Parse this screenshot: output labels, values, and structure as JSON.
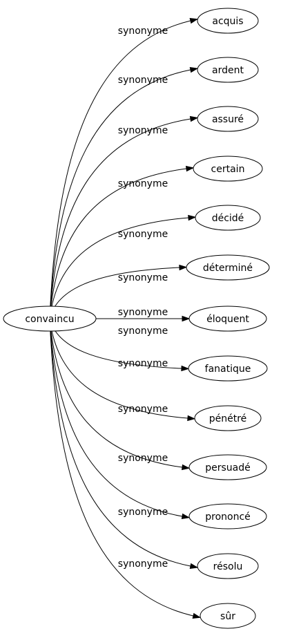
{
  "center": {
    "label": "convaincu"
  },
  "edge_label": "synonyme",
  "synonyms": [
    {
      "label": "acquis"
    },
    {
      "label": "ardent"
    },
    {
      "label": "assuré"
    },
    {
      "label": "certain"
    },
    {
      "label": "décidé"
    },
    {
      "label": "déterminé"
    },
    {
      "label": "éloquent"
    },
    {
      "label": "fanatique"
    },
    {
      "label": "pénétré"
    },
    {
      "label": "persuadé"
    },
    {
      "label": "prononcé"
    },
    {
      "label": "résolu"
    },
    {
      "label": "sûr"
    }
  ]
}
